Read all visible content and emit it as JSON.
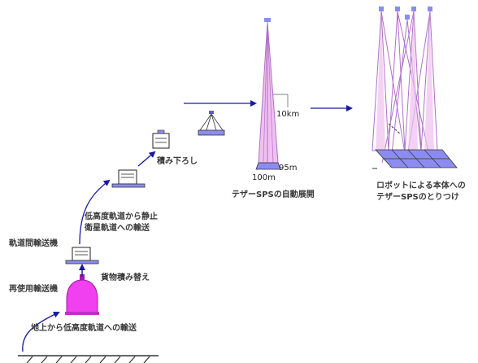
{
  "labels": {
    "ground_to_leo": "地上から低高度軌道への輸送",
    "reusable_vehicle": "再使用輸送機",
    "cargo_transfer": "貨物積み替え",
    "orbital_transfer_vehicle": "軌道間輸送機",
    "leo_to_geo_line1": "低高度軌道から静止",
    "leo_to_geo_line2": "衛星軌道への輸送",
    "unloading": "積み下ろし",
    "tether_deploy": "テザーSPSの自動展開",
    "robot_attach_line1": "ロボットによる本体への",
    "robot_attach_line2": "テザーSPSのとりつけ",
    "dim_10km": "10km",
    "dim_95m": "95m",
    "dim_100m": "100m"
  },
  "colors": {
    "arrow": "#1a1aa0",
    "tether": "#b070c8",
    "tether_fill": "#f0b0f0",
    "panel": "#8c8cf0",
    "vehicle": "#f040f0",
    "ground": "#333333"
  }
}
